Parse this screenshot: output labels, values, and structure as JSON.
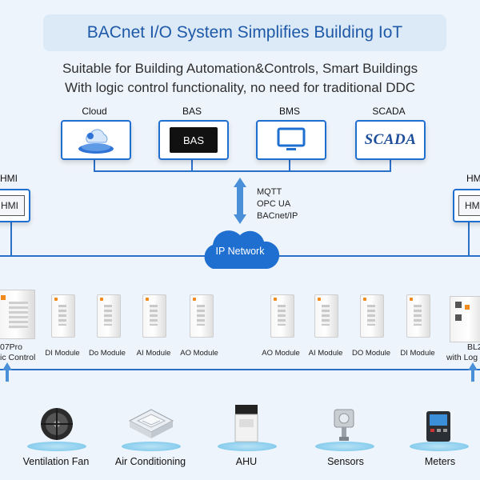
{
  "title": "BACnet I/O System Simplifies Building IoT",
  "subtitle_lines": [
    "Suitable for Building Automation&Controls, Smart Buildings",
    "With logic control functionality, no need for traditional DDC"
  ],
  "top_systems": [
    {
      "label": "Cloud",
      "icon": "cloud-icon"
    },
    {
      "label": "BAS",
      "box_text": "BAS",
      "icon": "monitor-icon"
    },
    {
      "label": "BMS",
      "icon": "monitor-icon"
    },
    {
      "label": "SCADA",
      "box_text": "SCADA",
      "icon": "scada-logo"
    }
  ],
  "hmi": {
    "left": "HMI",
    "right": "HMI",
    "left_box": "HMI",
    "right_box": "HMI"
  },
  "protocols": [
    "MQTT",
    "OPC UA",
    "BACnet/IP"
  ],
  "network": {
    "label": "IP Network"
  },
  "controllers": {
    "left_lines": [
      "07Pro",
      "ic Control"
    ],
    "right_lines": [
      "BL2",
      "with Log"
    ]
  },
  "modules_left": [
    "DI Module",
    "Do Module",
    "AI Module",
    "AO Module"
  ],
  "modules_right": [
    "AO Module",
    "AI Module",
    "DO Module",
    "DI Module"
  ],
  "devices": [
    {
      "label": "Ventilation Fan",
      "icon": "fan-icon"
    },
    {
      "label": "Air Conditioning",
      "icon": "air-conditioner-icon"
    },
    {
      "label": "AHU",
      "icon": "ahu-icon"
    },
    {
      "label": "Sensors",
      "icon": "sensor-icon"
    },
    {
      "label": "Meters",
      "icon": "meter-icon"
    }
  ],
  "colors": {
    "accent": "#1f6fd1",
    "title": "#1e5aa8",
    "network": "#1f6fd1",
    "line": "#2a6fc9"
  }
}
